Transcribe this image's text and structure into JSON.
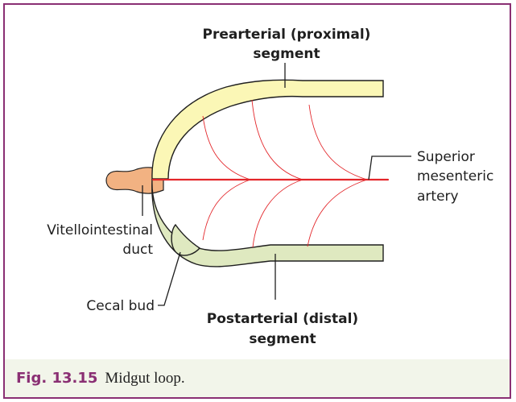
{
  "labels": {
    "prearterial_line1": "Prearterial (proximal)",
    "prearterial_line2": "segment",
    "postarterial_line1": "Postarterial (distal)",
    "postarterial_line2": "segment",
    "artery_line1": "Superior",
    "artery_line2": "mesenteric",
    "artery_line3": "artery",
    "duct_line1": "Vitellointestinal",
    "duct_line2": "duct",
    "cecal_bud": "Cecal bud"
  },
  "caption": {
    "number": "Fig. 13.15",
    "text": "Midgut loop."
  },
  "colors": {
    "frame": "#8a2f73",
    "caption_background": "#f2f5ea",
    "prearterial_fill": "#fbf7b6",
    "postarterial_fill": "#dfe9c0",
    "artery": "#e3262a",
    "duct": "#f2b282"
  }
}
